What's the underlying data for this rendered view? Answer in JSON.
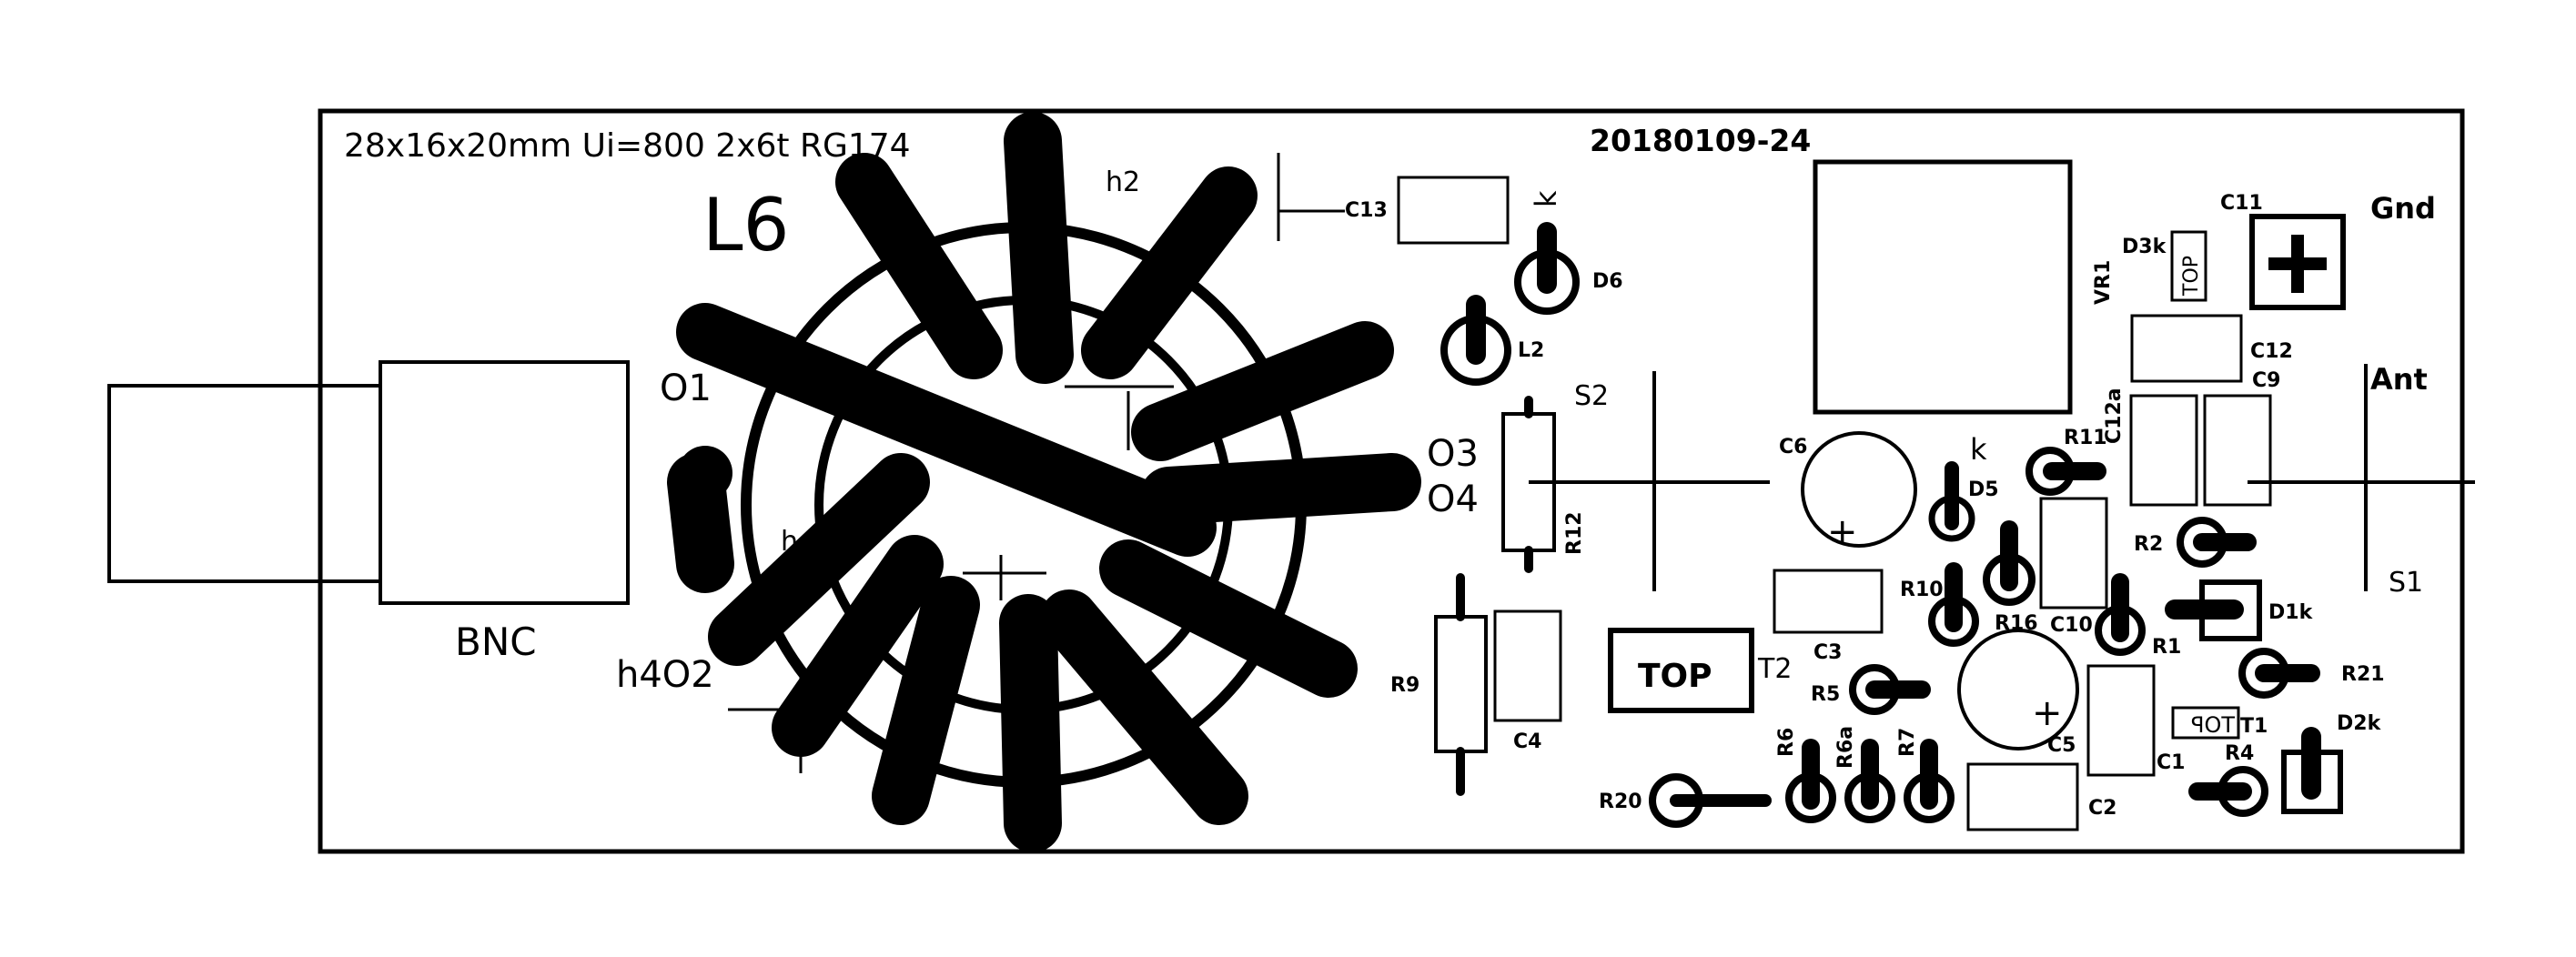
{
  "board": {
    "spec": "28x16x20mm Ui=800 2x6t RG174",
    "date": "20180109-24",
    "connector": "BNC"
  },
  "labels": {
    "L6": "L6",
    "h2": "h2",
    "O1": "O1",
    "O3": "O3",
    "O4": "O4",
    "h4O2": "h4O2",
    "h_mid": "h",
    "C13": "C13",
    "k1": "k",
    "D6": "D6",
    "L2": "L2",
    "S2": "S2",
    "R12": "R12",
    "R9": "R9",
    "C4": "C4",
    "TOP": "TOP",
    "T2": "T2",
    "C6": "C6",
    "C3": "C3",
    "k2": "k",
    "D5": "D5",
    "R10": "R10",
    "R16": "R16",
    "C10": "C10",
    "R11": "R11",
    "C12a": "C12a",
    "C9": "C9",
    "VR1": "VR1",
    "D3k": "D3k",
    "TOP_small": "TOP",
    "C11": "C11",
    "Gnd": "Gnd",
    "C12": "C12",
    "Ant": "Ant",
    "R2": "R2",
    "D1k": "D1k",
    "S1": "S1",
    "R1": "R1",
    "R21": "R21",
    "R5": "R5",
    "C5": "C5",
    "C1": "C1",
    "TOP_mirror": "TOP",
    "T1": "T1",
    "D2k": "D2k",
    "R4": "R4",
    "R6": "R6",
    "R6a": "R6a",
    "R7": "R7",
    "R20": "R20",
    "C2": "C2"
  }
}
